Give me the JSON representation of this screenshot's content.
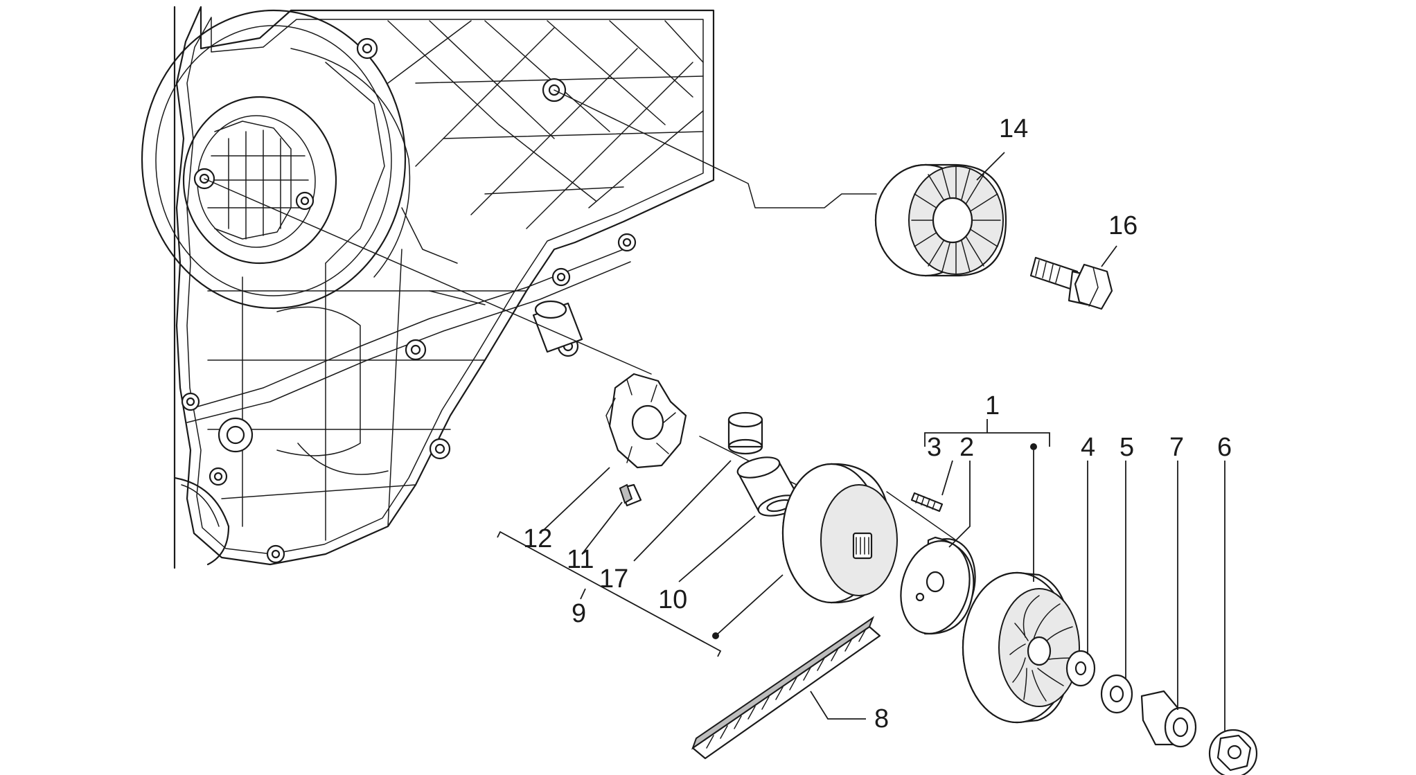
{
  "callouts": {
    "c1": "1",
    "c2": "2",
    "c3": "3",
    "c4": "4",
    "c5": "5",
    "c6": "6",
    "c7": "7",
    "c8": "8",
    "c9": "9",
    "c10": "10",
    "c11": "11",
    "c12": "12",
    "c14": "14",
    "c16": "16",
    "c17": "17"
  },
  "colors": {
    "line": "#1a1a1a",
    "background": "#ffffff"
  }
}
